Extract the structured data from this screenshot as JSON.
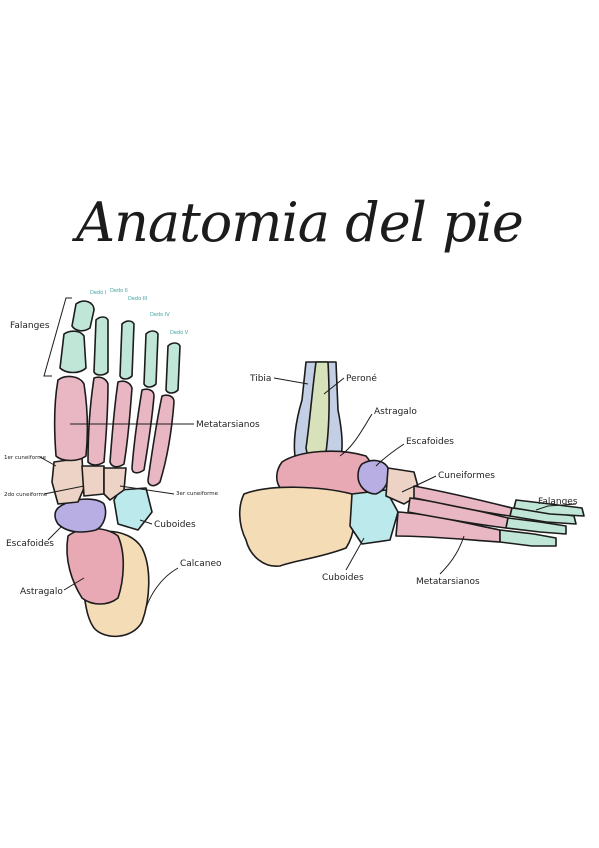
{
  "title": "Anatomia del pie",
  "colors": {
    "falanges": "#bfe6d6",
    "metatarsianos": "#e9b7c4",
    "cuneiformes": "#ecd3c5",
    "escafoides": "#b9aee3",
    "cuboides": "#bce9ec",
    "astragalo": "#e9a9b4",
    "calcaneo": "#f4dcb7",
    "tibia": "#c3cfe4",
    "perone": "#d8e2ba",
    "outline": "#1c1c1c",
    "digit_text": "#3fa3a0"
  },
  "dorsal_view": {
    "digits": [
      "Dedo I",
      "Dedo II",
      "Dedo III",
      "Dedo IV",
      "Dedo V"
    ],
    "labels": {
      "falanges": "Falanges",
      "metatarsianos": "Metatarsianos",
      "cuneiforme_1": "1er cuneiforme",
      "cuneiforme_2": "2do cuneiforme",
      "cuneiforme_3": "3er cuneiforme",
      "escafoides": "Escafoides",
      "cuboides": "Cuboides",
      "astragalo": "Astragalo",
      "calcaneo": "Calcaneo"
    }
  },
  "lateral_view": {
    "labels": {
      "tibia": "Tibia",
      "perone": "Peroné",
      "astragalo": "Astragalo",
      "escafoides": "Escafoides",
      "cuneiformes": "Cuneiformes",
      "falanges": "Falanges",
      "cuboides": "Cuboides",
      "metatarsianos": "Metatarsianos"
    }
  }
}
